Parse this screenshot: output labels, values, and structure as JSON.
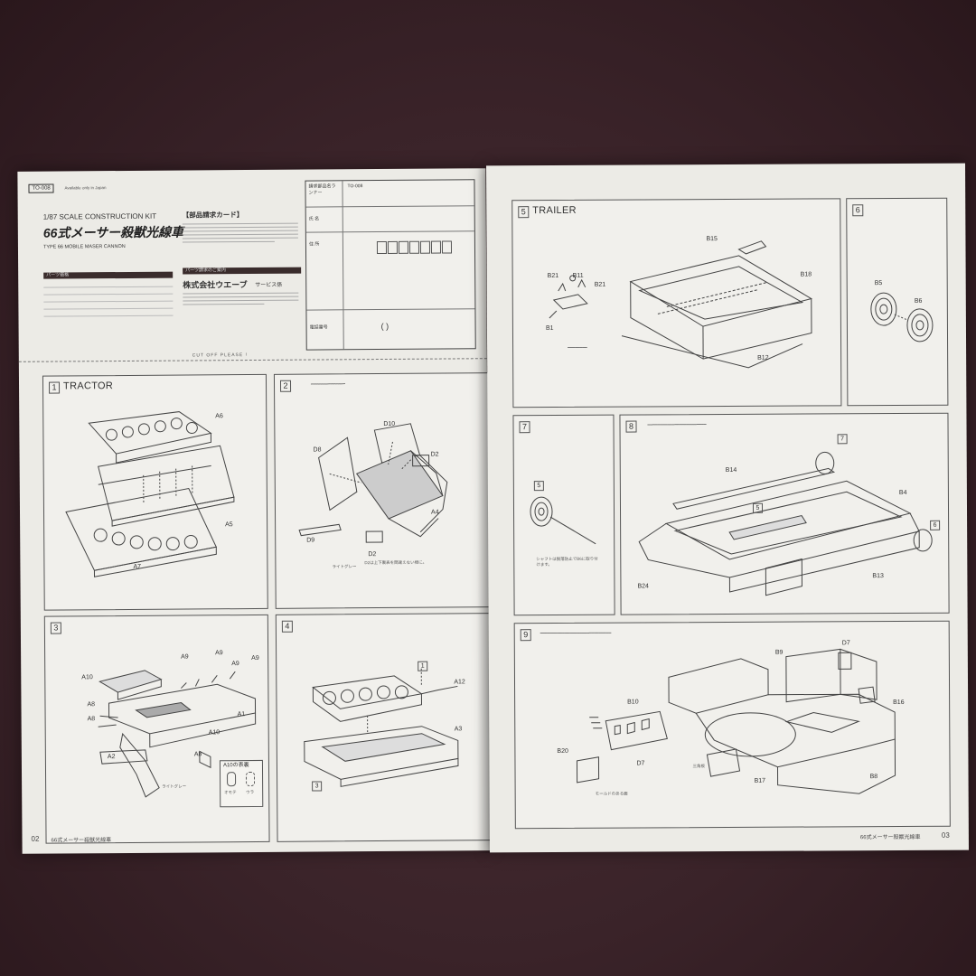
{
  "left_page": {
    "header": {
      "kit_code": "TO-008",
      "made_in": "Available only in Japan",
      "scale_line": "1/87 SCALE CONSTRUCTION KIT",
      "title_jp": "66式メーサー殺獣光線車",
      "title_en": "TYPE 66 MOBILE MASER CANNON",
      "order_card_title": "【部品請求カード】",
      "price_header": "パーツ価格",
      "order_header": "パーツ請求のご案内",
      "company": "株式会社ウエーブ",
      "company_dept": "サービス係",
      "cut_text": "CUT OFF PLEASE !",
      "form": {
        "code_label": "請求部品名ランナー",
        "code_value": "TO-008",
        "name_label": "氏 名",
        "address_label": "住 所",
        "phone_label": "電話番号",
        "phone_parens": "(        )"
      }
    },
    "steps": {
      "s1": {
        "num": "1",
        "title": "TRACTOR",
        "labels": [
          "A6",
          "A5",
          "A7"
        ]
      },
      "s2": {
        "num": "2",
        "labels": [
          "D10",
          "D8",
          "D2",
          "A4",
          "D9",
          "D2"
        ],
        "note_bottom": "D2は上下裏表を間違えない様に。",
        "light_gray": "ライトグレー"
      },
      "s3": {
        "num": "3",
        "labels": [
          "A9",
          "A9",
          "A9",
          "A9",
          "A10",
          "A8",
          "A8",
          "A1",
          "A10",
          "A2",
          "A8"
        ],
        "table_title": "A10の表裏",
        "table_cols": [
          "オモテ",
          "ウラ"
        ],
        "light_gray": "ライトグレー"
      },
      "s4": {
        "num": "4",
        "labels": [
          "1",
          "A12",
          "A3",
          "3"
        ]
      }
    },
    "footer": {
      "page_num": "02",
      "title": "66式メーサー殺獣光線車"
    }
  },
  "right_page": {
    "steps": {
      "s5": {
        "num": "5",
        "title": "TRAILER",
        "labels": [
          "B15",
          "B21",
          "B11",
          "B21",
          "B18",
          "B1",
          "B12"
        ]
      },
      "s6": {
        "num": "6",
        "labels": [
          "B5",
          "B6"
        ]
      },
      "s7": {
        "num": "7",
        "labels": [
          "5"
        ],
        "note": "シャフトは脱落防止でB6に取り付けます。"
      },
      "s8": {
        "num": "8",
        "labels": [
          "7",
          "B14",
          "B4",
          "5",
          "6",
          "B24",
          "B13"
        ]
      },
      "s9": {
        "num": "9",
        "labels": [
          "B9",
          "D7",
          "B16",
          "B10",
          "B20",
          "D7",
          "B17",
          "B8"
        ],
        "callouts": [
          "三角板",
          "モールドのある面"
        ]
      }
    },
    "footer": {
      "page_num": "03",
      "title": "66式メーサー殺獣光線車"
    }
  }
}
